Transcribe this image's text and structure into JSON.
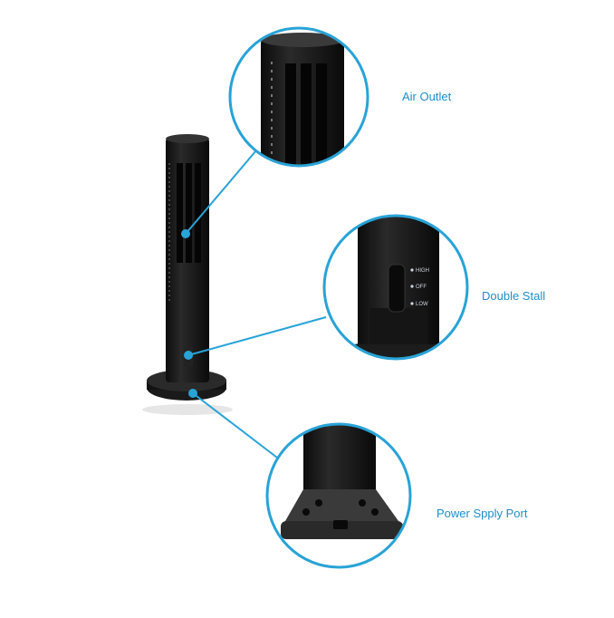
{
  "callouts": [
    {
      "label": "Air Outlet"
    },
    {
      "label": "Double Stall"
    },
    {
      "label": "Power Spply Port"
    }
  ],
  "switch_positions": [
    "HIGH",
    "OFF",
    "LOW"
  ],
  "colors": {
    "accent": "#29a3d6",
    "label": "#1d8fc7",
    "product": "#151515"
  }
}
